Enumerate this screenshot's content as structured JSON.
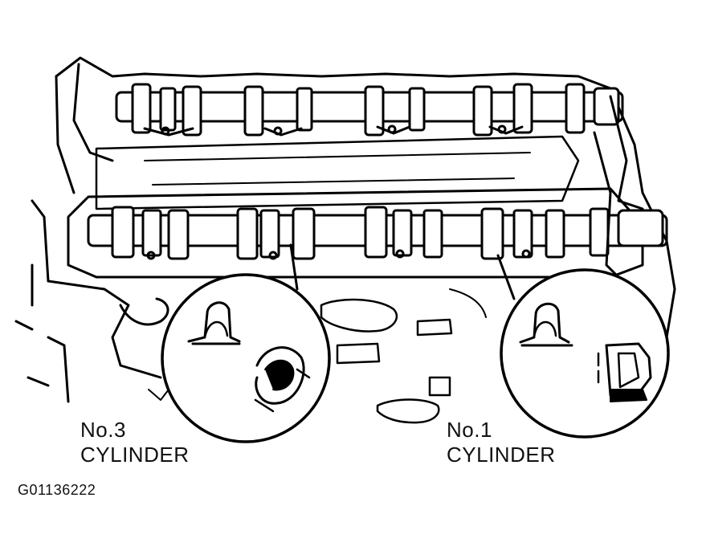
{
  "figure": {
    "subject": "camshaft-and-cylinder-head",
    "callouts": [
      {
        "id": "no3",
        "line1": "No.3",
        "line2": "CYLINDER"
      },
      {
        "id": "no1",
        "line1": "No.1",
        "line2": "CYLINDER"
      }
    ],
    "figure_id": "G01136222"
  },
  "colors": {
    "ink": "#000000",
    "paper": "#ffffff"
  }
}
